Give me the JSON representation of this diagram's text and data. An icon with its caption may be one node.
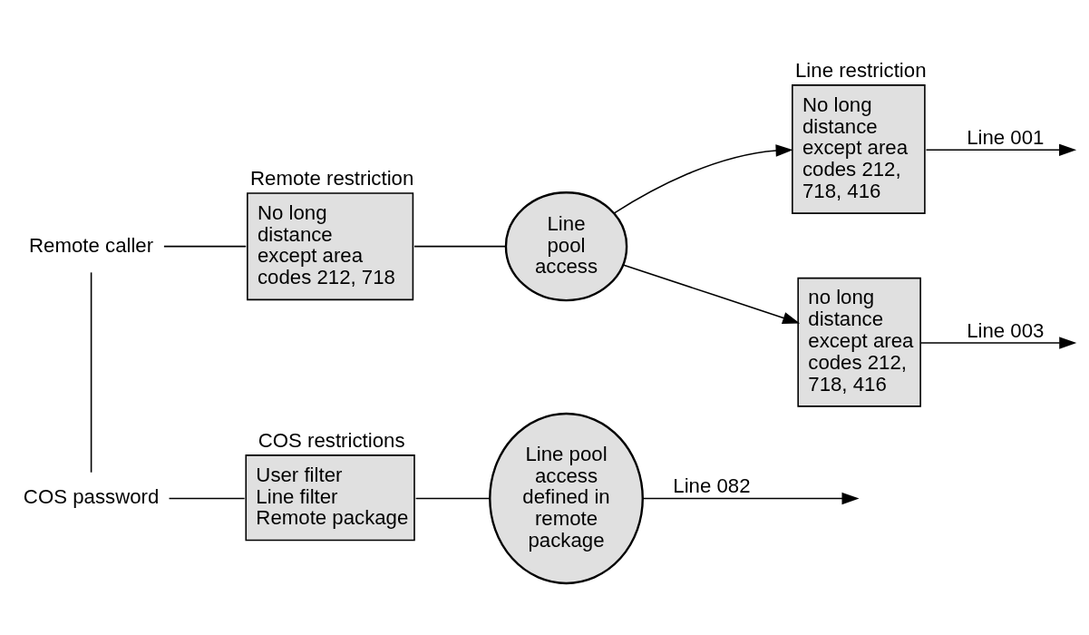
{
  "diagram": {
    "nodes": [
      {
        "text": [
          "Remote caller"
        ]
      },
      {
        "text": [
          "Remote restriction",
          "No long distance except area codes 212, 718"
        ]
      },
      {
        "text": [
          "Line pool access"
        ]
      },
      {
        "text": [
          "Line restriction",
          "No long distance except area codes 212, 718, 416"
        ]
      },
      {
        "text": [
          "no long distance except area codes 212, 718, 416"
        ]
      },
      {
        "text": [
          "COS password"
        ]
      },
      {
        "text": [
          "COS restrictions",
          "User filter Line filter Remote package"
        ]
      },
      {
        "text": [
          "Line pool access defined in remote package"
        ]
      }
    ],
    "edges": [
      {
        "from": 0,
        "to": 1,
        "arrow": "none"
      },
      {
        "from": 1,
        "to": 2,
        "arrow": "none"
      },
      {
        "from": 2,
        "to": 3,
        "arrow": "to"
      },
      {
        "from": 2,
        "to": 4,
        "arrow": "to"
      },
      {
        "from": 3,
        "to": null,
        "arrow": "to",
        "label": "Line 001"
      },
      {
        "from": 4,
        "to": null,
        "arrow": "to",
        "label": "Line 003"
      },
      {
        "from": 0,
        "to": 5,
        "arrow": "none"
      },
      {
        "from": 5,
        "to": 6,
        "arrow": "none"
      },
      {
        "from": 6,
        "to": 7,
        "arrow": "none"
      },
      {
        "from": 7,
        "to": null,
        "arrow": "to",
        "label": "Line 082"
      }
    ]
  }
}
